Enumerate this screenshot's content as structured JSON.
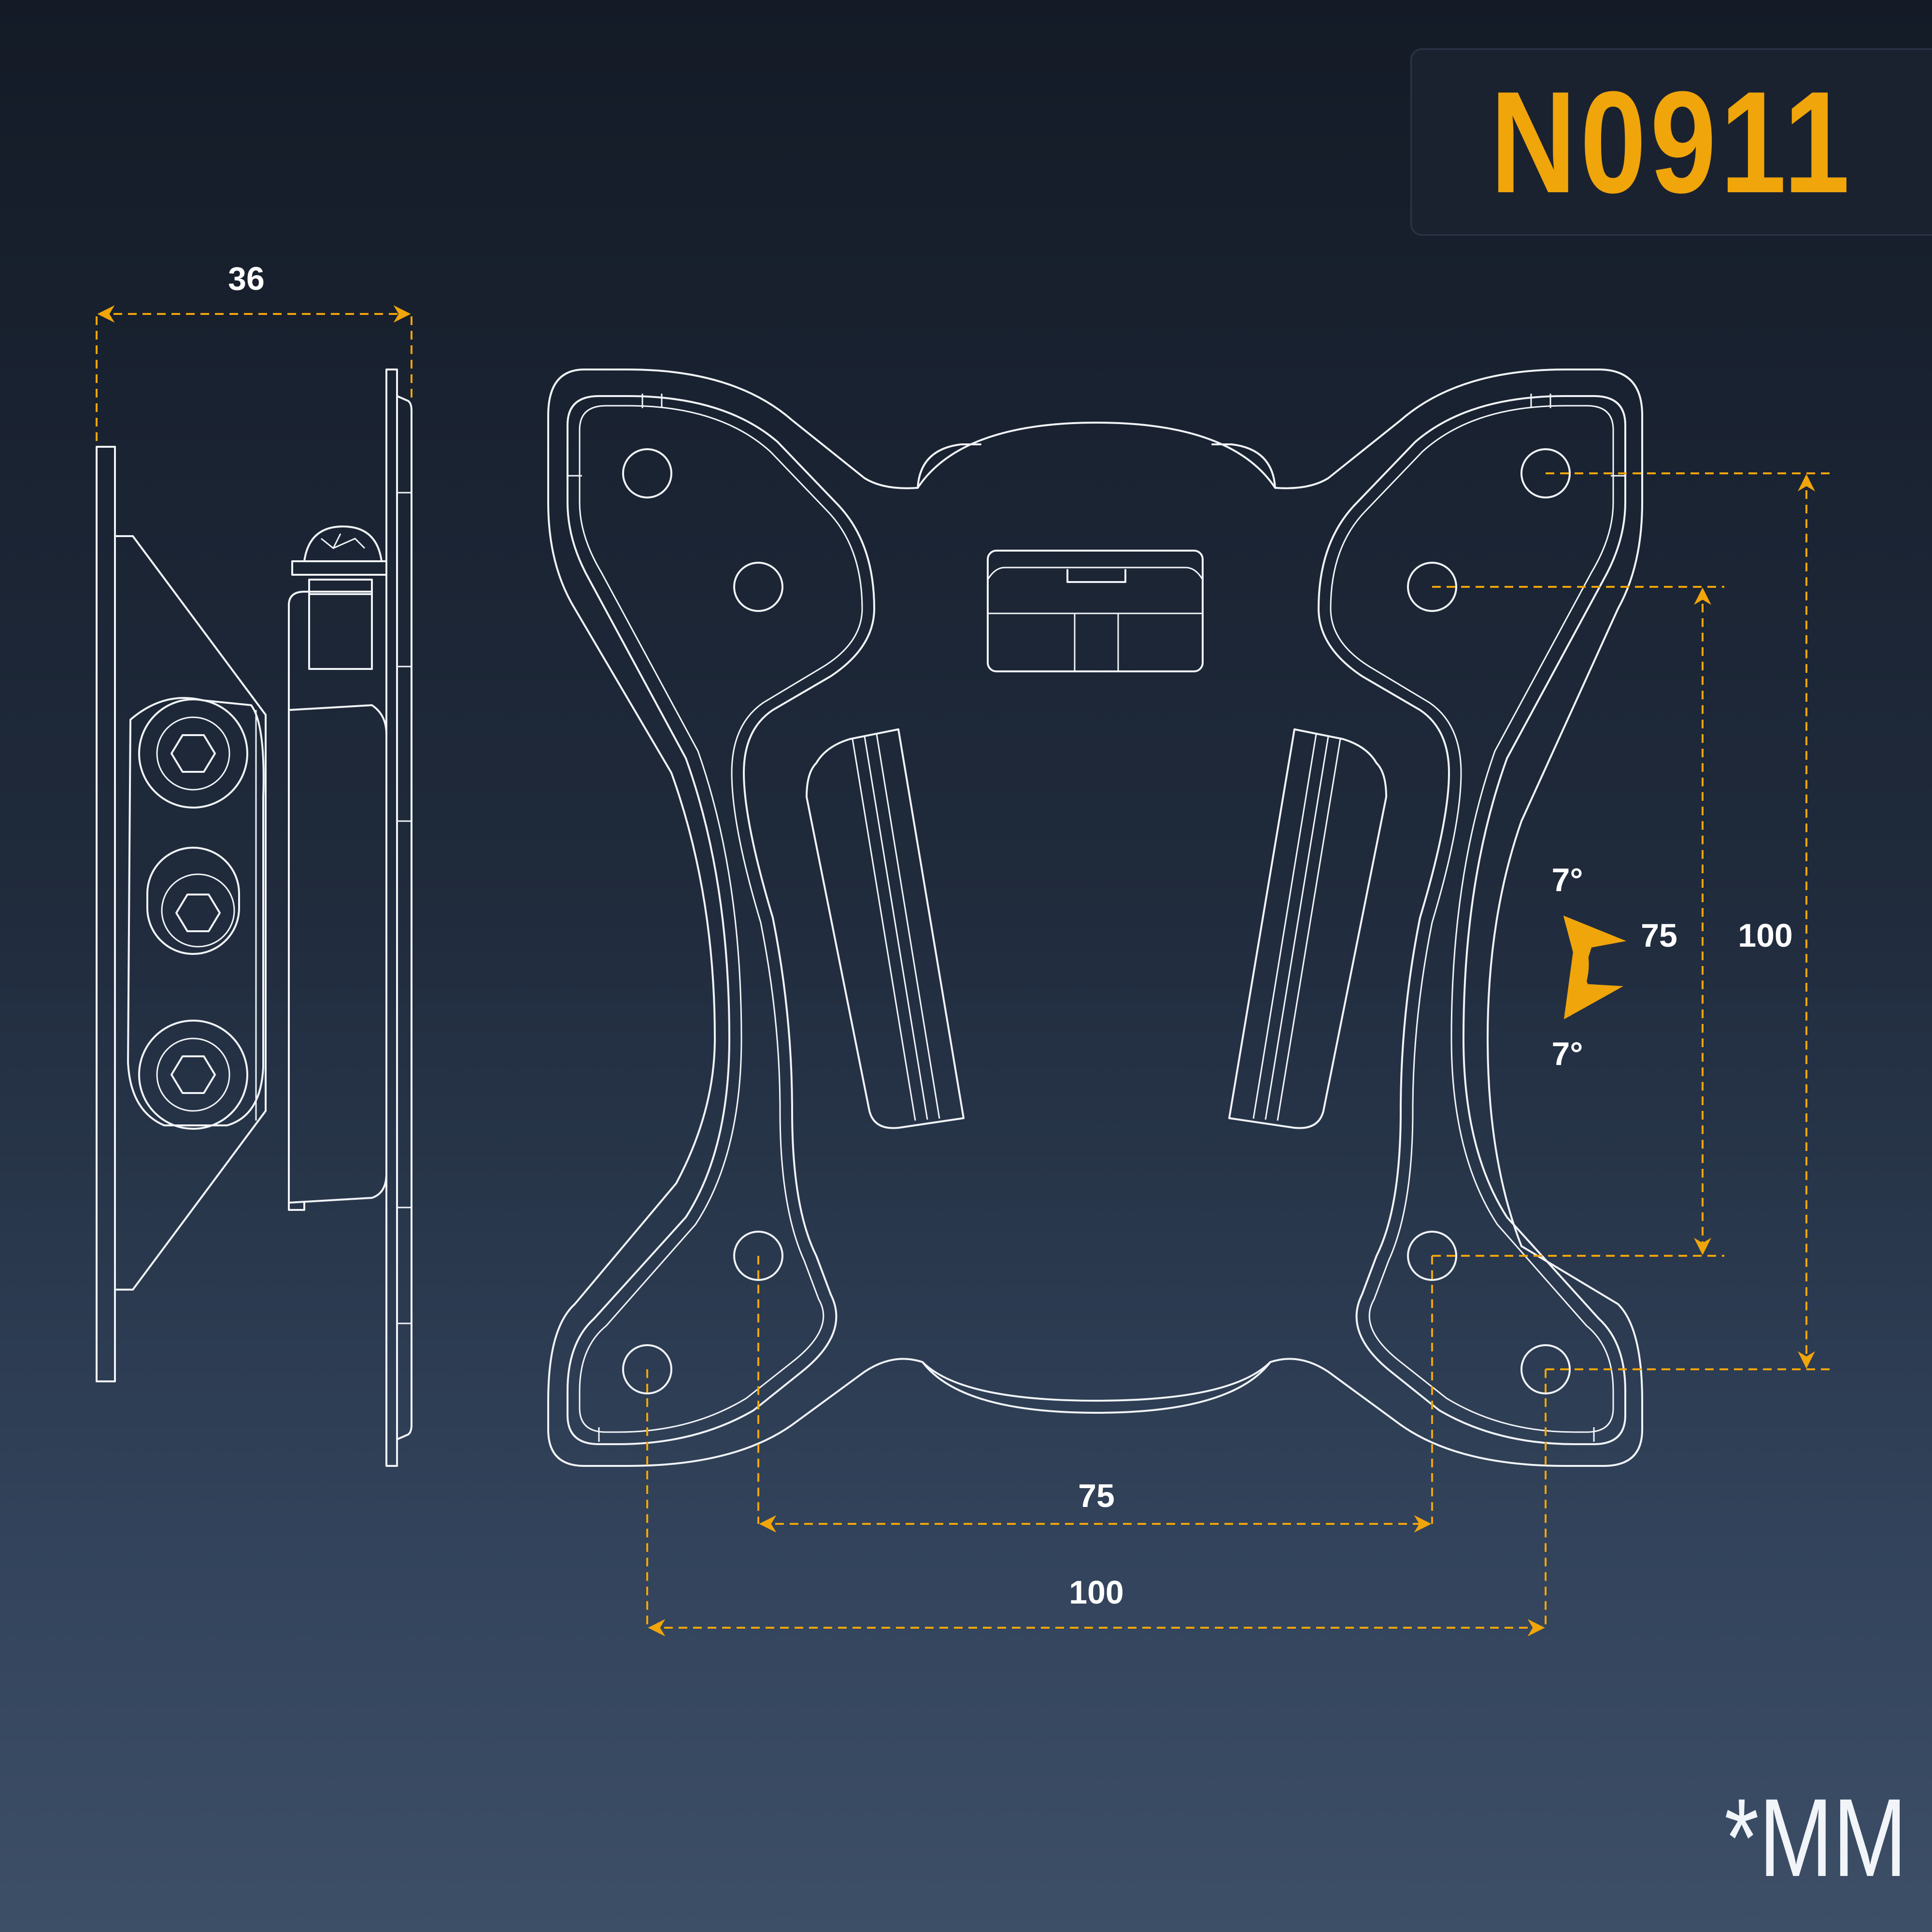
{
  "model": "N0911",
  "units_note": "*MM",
  "dimensions": {
    "side_depth": "36",
    "horizontal_inner": "75",
    "horizontal_outer": "100",
    "vertical_inner": "75",
    "vertical_outer": "100",
    "tilt_up": "7°",
    "tilt_down": "7°"
  },
  "colors": {
    "accent": "#f0a50a",
    "line": "#f1f4f8",
    "background": "#1f2a3b"
  }
}
